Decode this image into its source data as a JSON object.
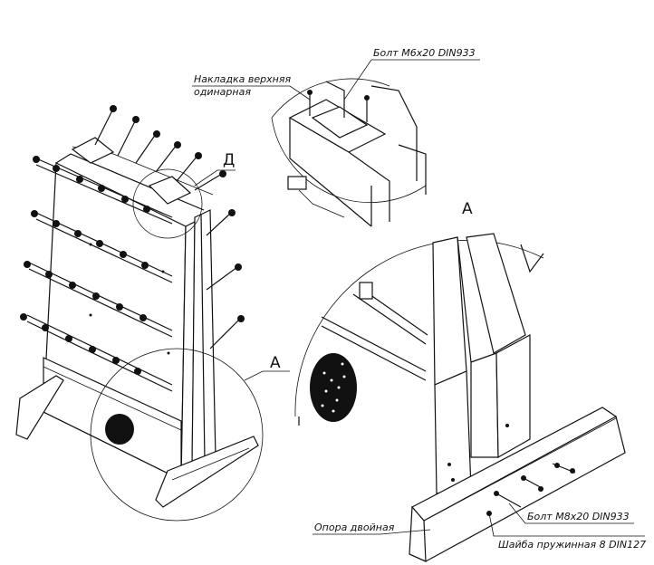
{
  "labels": {
    "bolt_m6": "Болт М6х20 DIN933",
    "overlay_line1": "Накладка верхняя",
    "overlay_line2": "одинарная",
    "detail_d": "Д",
    "detail_a_circle": "А",
    "detail_a_view": "А",
    "bolt_m8": "Болт М8х20 DIN933",
    "support": "Опора двойная",
    "washer": "Шайба пружинная 8 DIN127"
  }
}
